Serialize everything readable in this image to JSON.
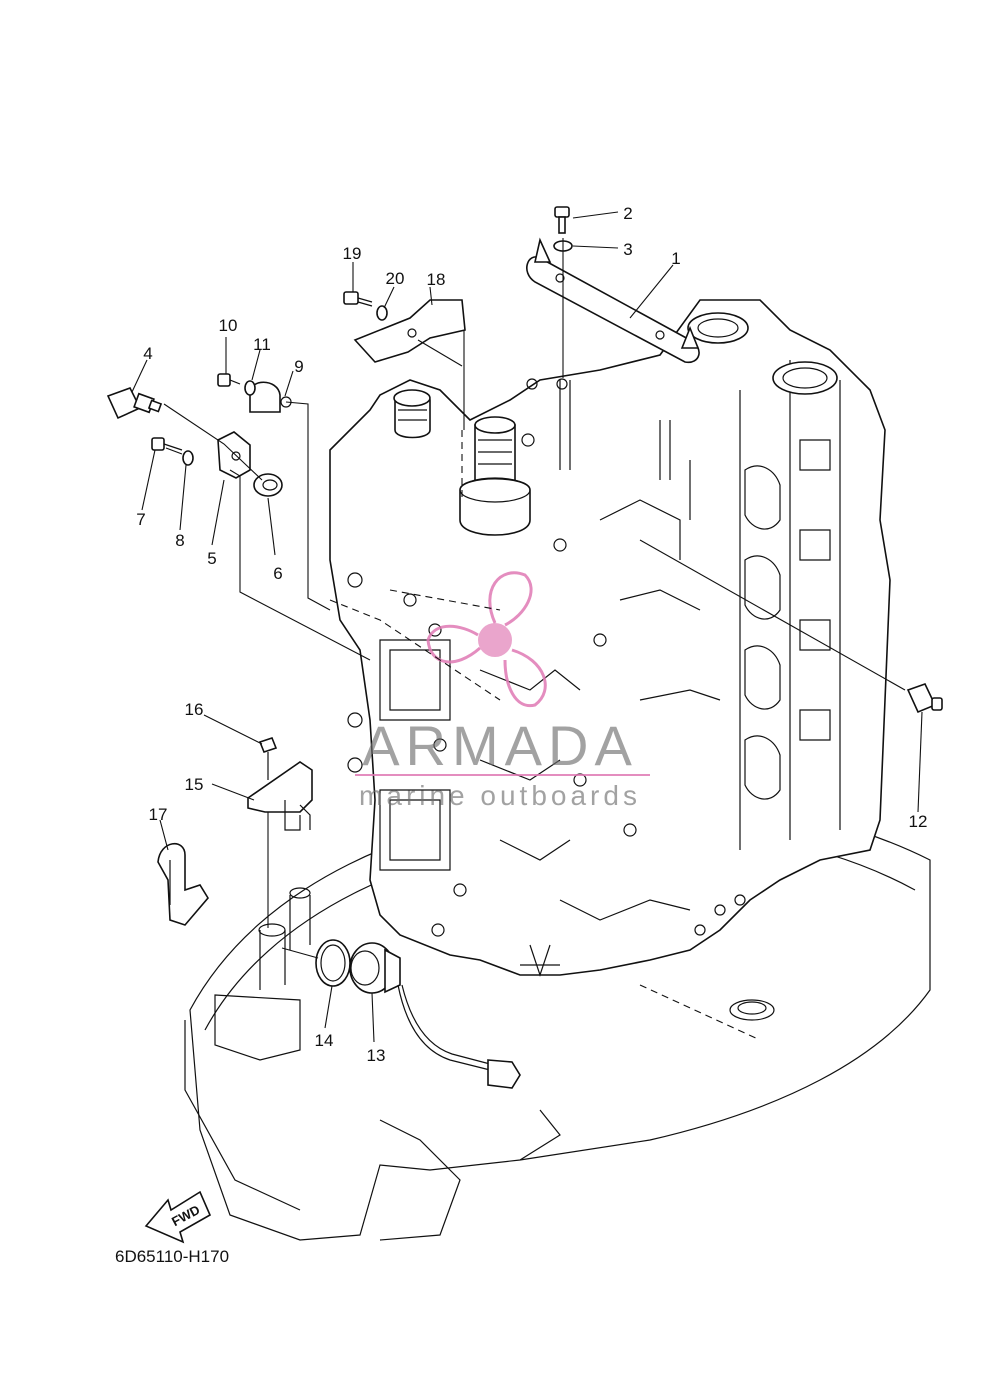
{
  "diagram_code": "6D65110-H170",
  "fwd_label": "FWD",
  "watermark": {
    "brand": "ARMADA",
    "tagline": "marine outboards",
    "brand_color": "#6d6d6d",
    "accent_color": "#e07ab4"
  },
  "callouts": [
    {
      "id": "1",
      "label": "1"
    },
    {
      "id": "2",
      "label": "2"
    },
    {
      "id": "3",
      "label": "3"
    },
    {
      "id": "4",
      "label": "4"
    },
    {
      "id": "5",
      "label": "5"
    },
    {
      "id": "6",
      "label": "6"
    },
    {
      "id": "7",
      "label": "7"
    },
    {
      "id": "8",
      "label": "8"
    },
    {
      "id": "9",
      "label": "9"
    },
    {
      "id": "10",
      "label": "10"
    },
    {
      "id": "11",
      "label": "11"
    },
    {
      "id": "12",
      "label": "12"
    },
    {
      "id": "13",
      "label": "13"
    },
    {
      "id": "14",
      "label": "14"
    },
    {
      "id": "15",
      "label": "15"
    },
    {
      "id": "16",
      "label": "16"
    },
    {
      "id": "17",
      "label": "17"
    },
    {
      "id": "18",
      "label": "18"
    },
    {
      "id": "19",
      "label": "19"
    },
    {
      "id": "20",
      "label": "20"
    }
  ]
}
